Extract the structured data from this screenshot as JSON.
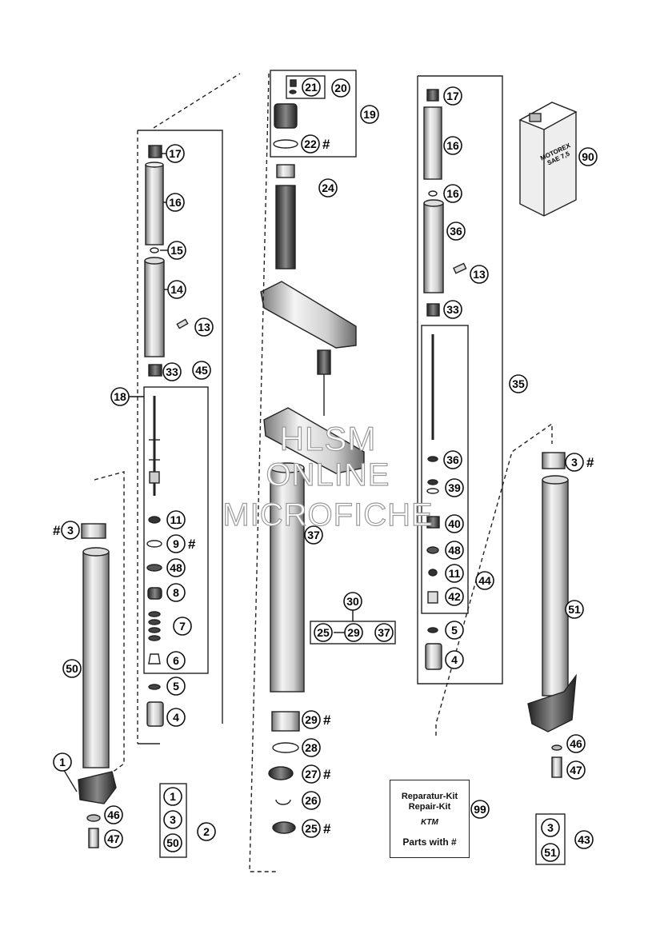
{
  "watermark": {
    "line1": "HLSM",
    "line2": "ONLINE",
    "line3": "MICROFICHE"
  },
  "oil_can": {
    "brand": "MOTOREX",
    "grade": "SAE 7,5"
  },
  "repair_kit": {
    "line1": "Reparatur-Kit",
    "line2": "Repair-Kit",
    "logo": "KTM",
    "line3": "Parts with #"
  },
  "callouts": {
    "c17a": "17",
    "c16a": "16",
    "c15": "15",
    "c14": "14",
    "c13a": "13",
    "c33a": "33",
    "c45": "45",
    "c18": "18",
    "c11a": "11",
    "c9": "9",
    "c48a": "48",
    "c8": "8",
    "c7": "7",
    "c6": "6",
    "c5a": "5",
    "c4a": "4",
    "c3a": "3",
    "c50": "50",
    "c1": "1",
    "c46a": "46",
    "c47a": "47",
    "box2_1": "1",
    "box2_3": "3",
    "box2_50": "50",
    "c2": "2",
    "c21": "21",
    "c20": "20",
    "c19": "19",
    "c22": "22",
    "c24": "24",
    "c37": "37",
    "c30": "30",
    "c25a": "25",
    "c29a": "29",
    "c37b": "37",
    "c29b": "29",
    "c28": "28",
    "c27": "27",
    "c26": "26",
    "c25b": "25",
    "c17b": "17",
    "c16b": "16",
    "c16c": "16",
    "c36a": "36",
    "c13b": "13",
    "c33b": "33",
    "c35": "35",
    "c36b": "36",
    "c39": "39",
    "c40": "40",
    "c48b": "48",
    "c11b": "11",
    "c42": "42",
    "c44": "44",
    "c5b": "5",
    "c4b": "4",
    "c3b": "3",
    "c51": "51",
    "c46b": "46",
    "c47b": "47",
    "box43_3": "3",
    "box43_51": "51",
    "c43": "43",
    "c90": "90",
    "c99": "99"
  },
  "hash": "#"
}
